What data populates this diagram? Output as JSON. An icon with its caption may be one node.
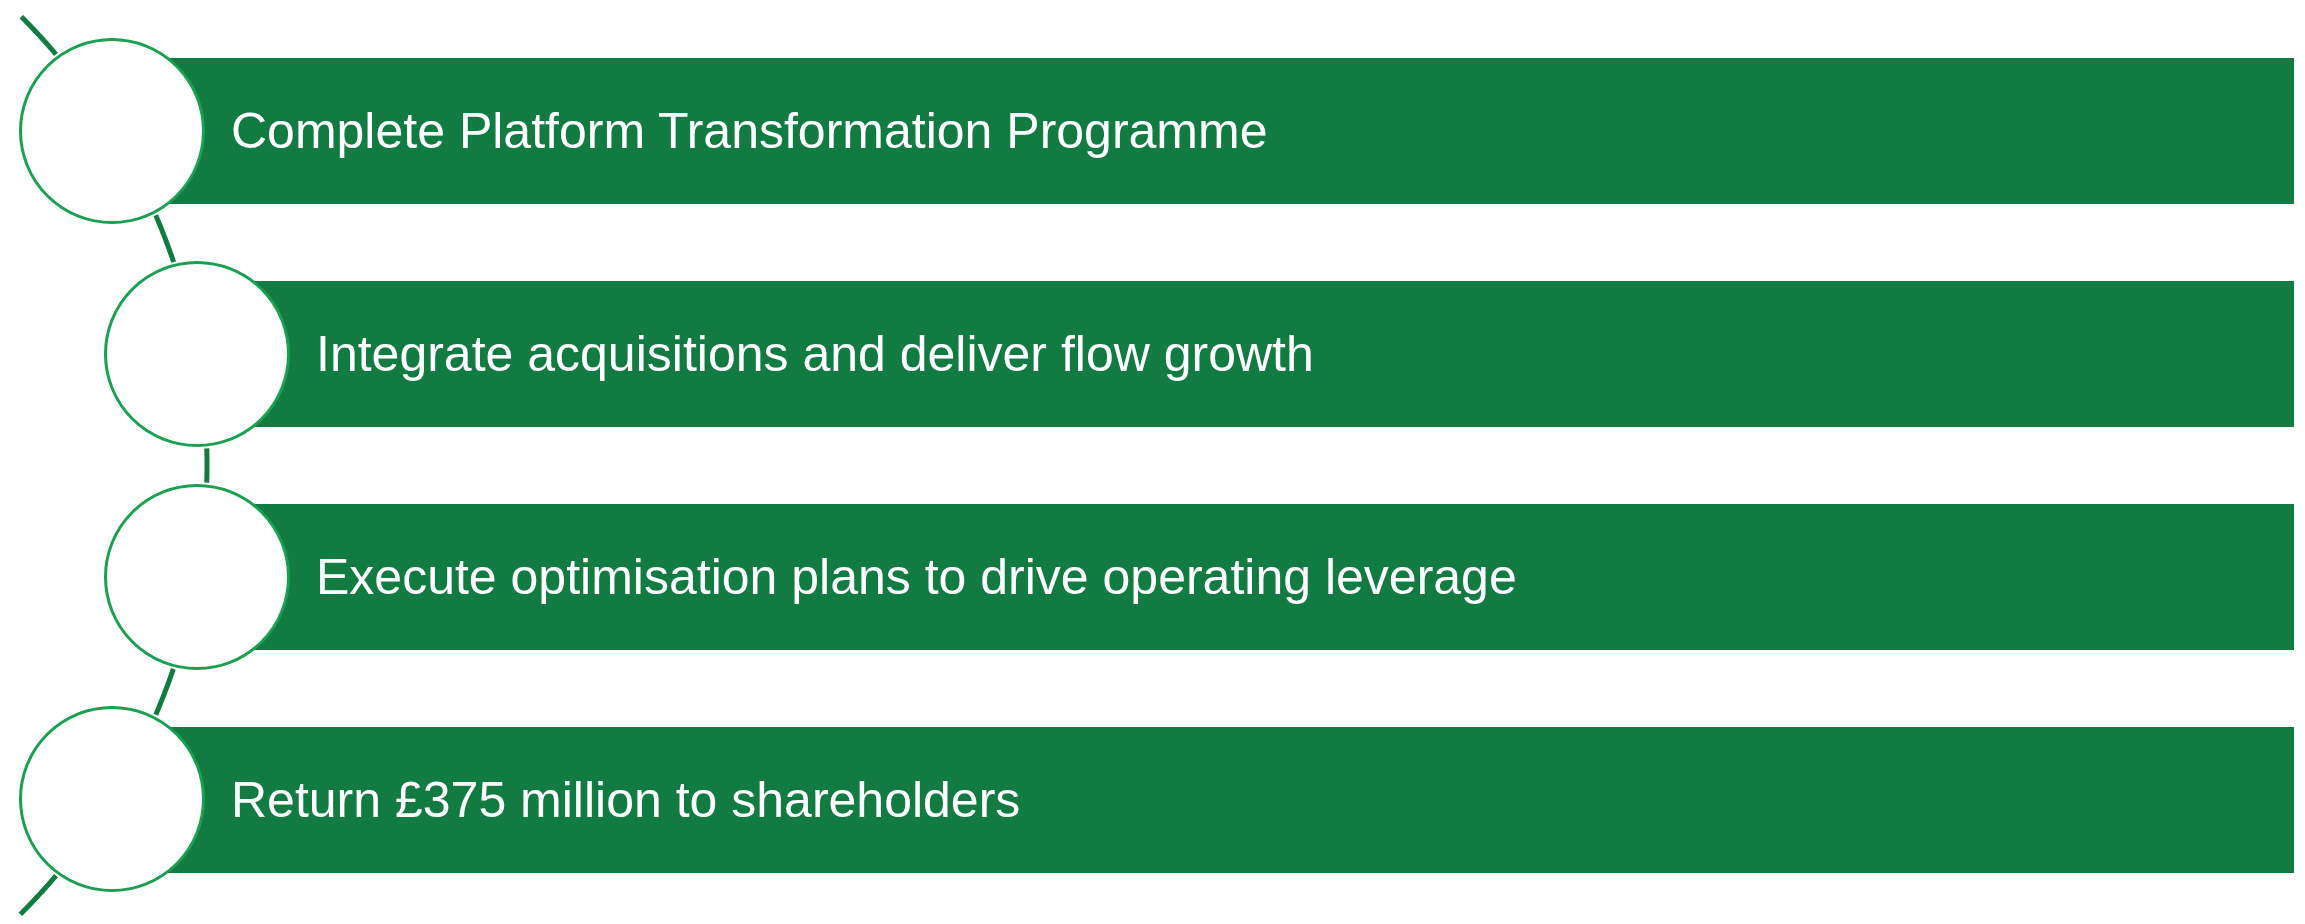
{
  "diagram": {
    "nodes": [
      {
        "text": [],
        "shape": "circle"
      },
      {
        "text": [
          "Complete Platform Transformation Programme"
        ]
      },
      {
        "text": [],
        "shape": "circle"
      },
      {
        "text": [
          "Integrate acquisitions and deliver flow growth"
        ]
      },
      {
        "text": [],
        "shape": "circle"
      },
      {
        "text": [
          "Execute optimisation plans to drive operating leverage"
        ]
      },
      {
        "text": [],
        "shape": "circle"
      },
      {
        "text": [
          "Return £375 million to shareholders"
        ]
      }
    ],
    "edges": [
      {
        "from": null,
        "to": 0,
        "arrow": "none"
      },
      {
        "from": 0,
        "to": 2,
        "arrow": "none"
      },
      {
        "from": 2,
        "to": 4,
        "arrow": "none"
      },
      {
        "from": 4,
        "to": 6,
        "arrow": "none"
      },
      {
        "from": 6,
        "to": null,
        "arrow": "none"
      }
    ]
  }
}
